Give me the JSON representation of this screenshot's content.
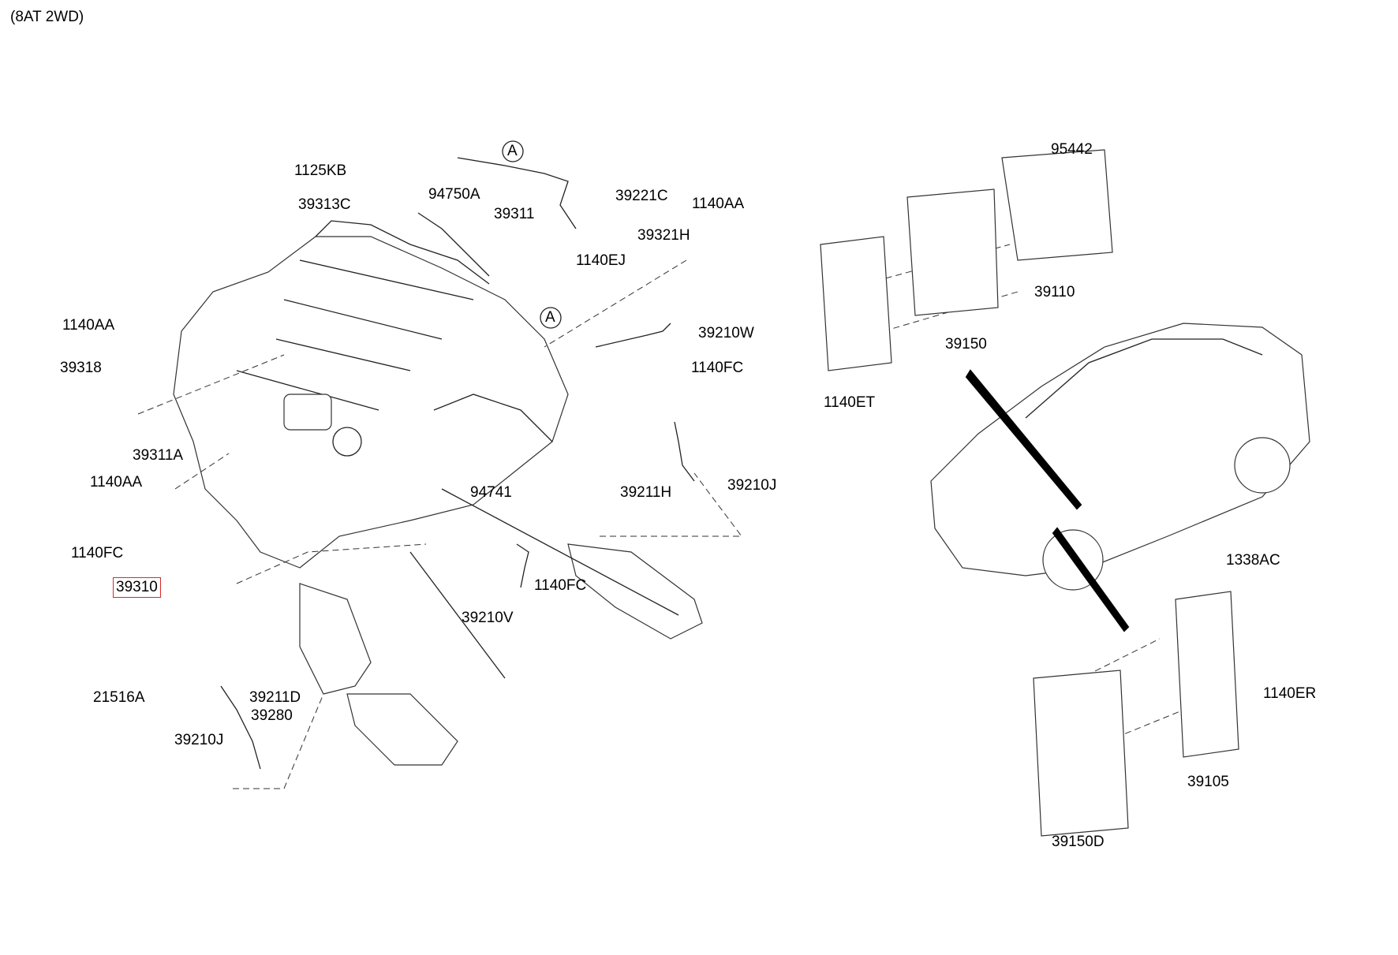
{
  "header": {
    "variant": "(8AT 2WD)"
  },
  "highlight_color": "#d8282a",
  "callout_letter": "A",
  "labels": {
    "p1125KB": "1125KB",
    "p39313C": "39313C",
    "p94750A": "94750A",
    "p39311": "39311",
    "p39221C": "39221C",
    "p1140AA_top": "1140AA",
    "p39321H": "39321H",
    "p1140EJ": "1140EJ",
    "p1140AA_left": "1140AA",
    "p39318": "39318",
    "p39210W": "39210W",
    "p1140FC_right": "1140FC",
    "p39311A": "39311A",
    "p1140AA_mid": "1140AA",
    "p94741": "94741",
    "p39211H": "39211H",
    "p39210J_right": "39210J",
    "p1140FC_left": "1140FC",
    "p39310": "39310",
    "p1140FC_bottom": "1140FC",
    "p39210V": "39210V",
    "p21516A": "21516A",
    "p39211D": "39211D",
    "p39280": "39280",
    "p39210J_left": "39210J",
    "p95442": "95442",
    "p39110": "39110",
    "p39150": "39150",
    "p1140ET": "1140ET",
    "p1338AC": "1338AC",
    "p1140ER": "1140ER",
    "p39105": "39105",
    "p39150D": "39150D"
  }
}
